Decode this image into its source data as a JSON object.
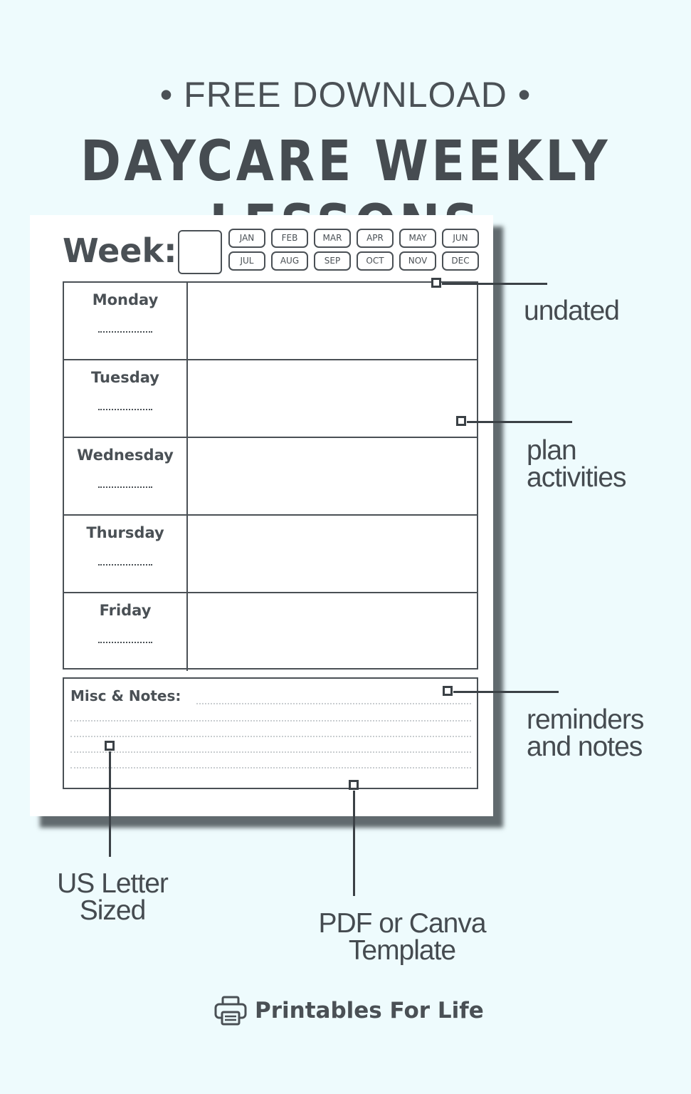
{
  "header": {
    "pre_title": "• FREE DOWNLOAD •",
    "title": "DAYCARE WEEKLY LESSONS"
  },
  "sheet": {
    "week_label": "Week:",
    "months": [
      "JAN",
      "FEB",
      "MAR",
      "APR",
      "MAY",
      "JUN",
      "JUL",
      "AUG",
      "SEP",
      "OCT",
      "NOV",
      "DEC"
    ],
    "days": [
      "Monday",
      "Tuesday",
      "Wednesday",
      "Thursday",
      "Friday"
    ],
    "dots": "................",
    "notes_label": "Misc & Notes:"
  },
  "callouts": {
    "undated": "undated",
    "plan_1": "plan",
    "plan_2": "activities",
    "reminders_1": "reminders",
    "reminders_2": "and notes",
    "letter_1": "US Letter",
    "letter_2": "Sized",
    "pdf_1": "PDF or Canva",
    "pdf_2": "Template"
  },
  "brand": {
    "name": "Printables For Life",
    "icon": "printer-icon"
  },
  "colors": {
    "background": "#eefbfd",
    "ink": "#454b50",
    "sheet": "#ffffff"
  }
}
